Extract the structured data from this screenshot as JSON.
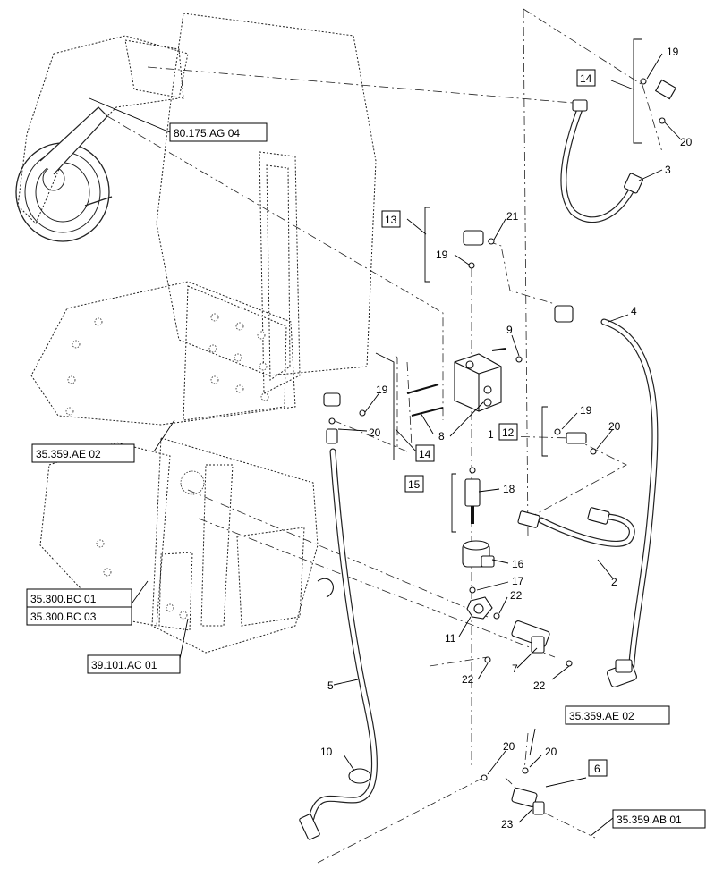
{
  "callouts": {
    "c1": "1",
    "c2": "2",
    "c3": "3",
    "c4": "4",
    "c5": "5",
    "c7": "7",
    "c8": "8",
    "c9": "9",
    "c10": "10",
    "c11": "11",
    "c16": "16",
    "c17": "17",
    "c18": "18",
    "c19a": "19",
    "c19b": "19",
    "c19c": "19",
    "c19d": "19",
    "c20a": "20",
    "c20b": "20",
    "c20c": "20",
    "c20d": "20",
    "c20e": "20",
    "c21": "21",
    "c22a": "22",
    "c22b": "22",
    "c22c": "22",
    "c23": "23"
  },
  "boxed": {
    "b6": "6",
    "b12": "12",
    "b13": "13",
    "b14a": "14",
    "b14b": "14",
    "b15": "15"
  },
  "references": {
    "r1": "80.175.AG 04",
    "r2": "35.359.AE 02",
    "r3": "35.300.BC 01",
    "r4": "35.300.BC 03",
    "r5": "39.101.AC 01",
    "r6": "35.359.AE 02",
    "r7": "35.359.AB 01"
  }
}
